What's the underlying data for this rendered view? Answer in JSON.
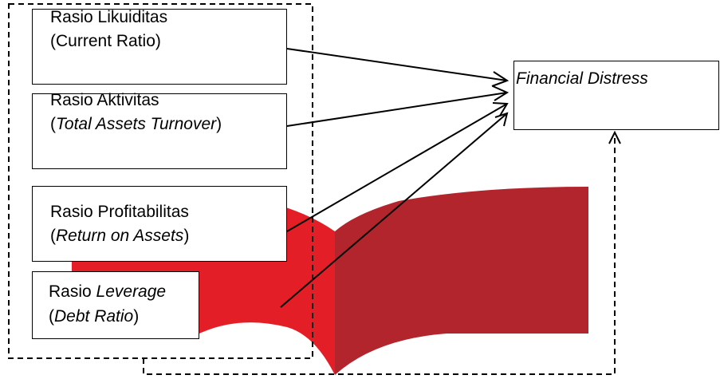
{
  "diagram": {
    "independent_variables": [
      {
        "id": "current",
        "line1": "Rasio Likuiditas",
        "line2_prefix": "(",
        "line2_italic": "",
        "line2_plain": "Current Ratio",
        "line2_suffix": ")"
      },
      {
        "id": "activity",
        "line1": "Rasio Aktivitas",
        "line2_prefix": "(",
        "line2_italic": "Total Assets Turnover",
        "line2_plain": "",
        "line2_suffix": ")"
      },
      {
        "id": "profit",
        "line1": "Rasio Profitabilitas",
        "line2_prefix": "(",
        "line2_italic": "Return on Assets",
        "line2_plain": "",
        "line2_suffix": ")"
      },
      {
        "id": "leverage",
        "line1_plain": "Rasio ",
        "line1_italic": "Leverage",
        "line2_prefix": "(",
        "line2_italic": "Debt Ratio",
        "line2_plain": "",
        "line2_suffix": ")"
      }
    ],
    "dependent_variable": "Financial Distress",
    "colors": {
      "ribbon_main": "#e41e26",
      "ribbon_shade": "#b3252c",
      "lines": "#000000"
    }
  }
}
